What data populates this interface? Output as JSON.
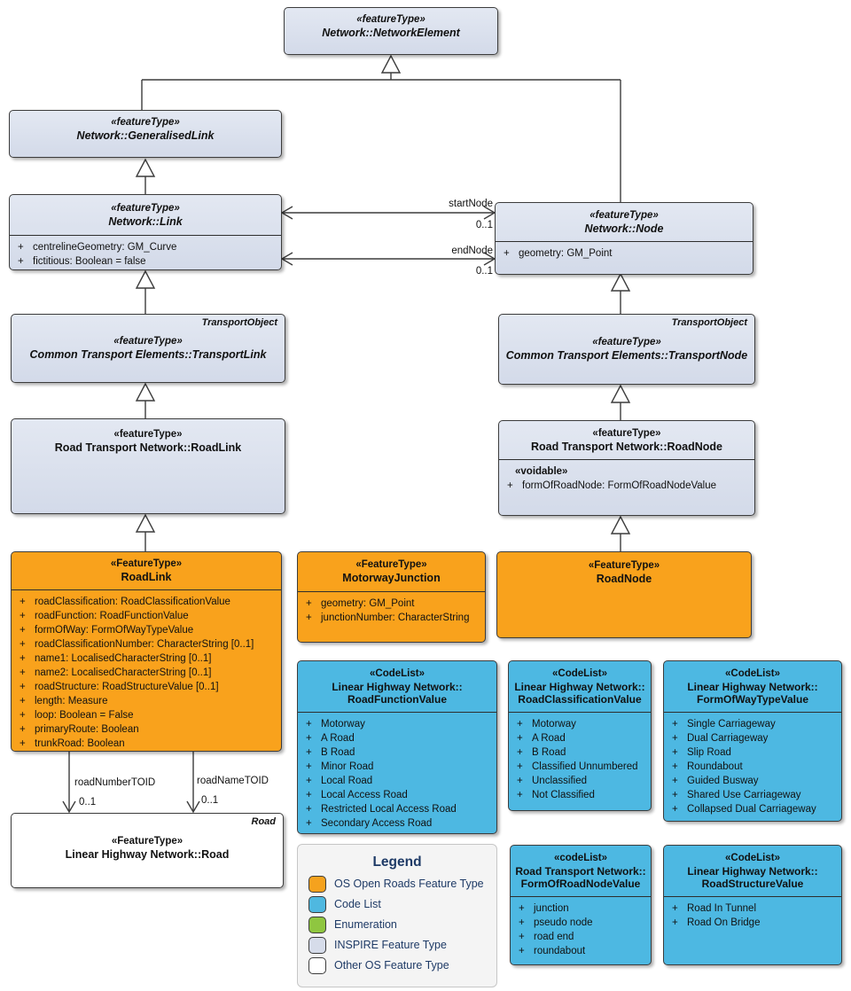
{
  "ui": {
    "plus": "+"
  },
  "classes": {
    "network_element": {
      "stereotype": "«featureType»",
      "name": "Network::NetworkElement"
    },
    "generalised_link": {
      "stereotype": "«featureType»",
      "name": "Network::GeneralisedLink"
    },
    "link": {
      "stereotype": "«featureType»",
      "name": "Network::Link",
      "attributes": [
        "centrelineGeometry: GM_Curve",
        "fictitious: Boolean = false"
      ]
    },
    "node": {
      "stereotype": "«featureType»",
      "name": "Network::Node",
      "attributes": [
        "geometry: GM_Point"
      ]
    },
    "transport_link": {
      "corner": "TransportObject",
      "stereotype": "«featureType»",
      "name": "Common Transport Elements::TransportLink"
    },
    "transport_node": {
      "corner": "TransportObject",
      "stereotype": "«featureType»",
      "name": "Common Transport Elements::TransportNode"
    },
    "road_link_inspire": {
      "stereotype": "«featureType»",
      "name": "Road Transport Network::RoadLink"
    },
    "road_node_inspire": {
      "stereotype": "«featureType»",
      "name": "Road Transport Network::RoadNode",
      "voidable_stereotype": "«voidable»",
      "attributes": [
        "formOfRoadNode: FormOfRoadNodeValue"
      ]
    },
    "road_link": {
      "stereotype": "«FeatureType»",
      "name": "RoadLink",
      "attributes": [
        "roadClassification: RoadClassificationValue",
        "roadFunction: RoadFunctionValue",
        "formOfWay: FormOfWayTypeValue",
        "roadClassificationNumber: CharacterString [0..1]",
        "name1: LocalisedCharacterString [0..1]",
        "name2: LocalisedCharacterString [0..1]",
        "roadStructure: RoadStructureValue [0..1]",
        "length: Measure",
        "loop: Boolean = False",
        "primaryRoute: Boolean",
        "trunkRoad: Boolean"
      ]
    },
    "motorway_junction": {
      "stereotype": "«FeatureType»",
      "name": "MotorwayJunction",
      "attributes": [
        "geometry: GM_Point",
        "junctionNumber: CharacterString"
      ]
    },
    "road_node": {
      "stereotype": "«FeatureType»",
      "name": "RoadNode"
    },
    "road": {
      "corner": "Road",
      "stereotype": "«FeatureType»",
      "name": "Linear Highway Network::Road"
    }
  },
  "codelists": {
    "road_function": {
      "stereotype": "«CodeList»",
      "name_line1": "Linear Highway Network::",
      "name_line2": "RoadFunctionValue",
      "items": [
        "Motorway",
        "A Road",
        "B Road",
        "Minor Road",
        "Local Road",
        "Local Access Road",
        "Restricted Local Access Road",
        "Secondary Access Road"
      ]
    },
    "road_classification": {
      "stereotype": "«CodeList»",
      "name_line1": "Linear Highway Network::",
      "name_line2": "RoadClassificationValue",
      "items": [
        "Motorway",
        "A Road",
        "B Road",
        "Classified Unnumbered",
        "Unclassified",
        "Not Classified"
      ]
    },
    "form_of_way": {
      "stereotype": "«CodeList»",
      "name_line1": "Linear Highway Network::",
      "name_line2": "FormOfWayTypeValue",
      "items": [
        "Single Carriageway",
        "Dual Carriageway",
        "Slip Road",
        "Roundabout",
        "Guided Busway",
        "Shared Use Carriageway",
        "Collapsed Dual Carriageway"
      ]
    },
    "form_of_road_node": {
      "stereotype": "«codeList»",
      "name_line1": "Road Transport Network::",
      "name_line2": "FormOfRoadNodeValue",
      "items": [
        "junction",
        "pseudo node",
        "road end",
        "roundabout"
      ]
    },
    "road_structure": {
      "stereotype": "«CodeList»",
      "name_line1": "Linear Highway Network::",
      "name_line2": "RoadStructureValue",
      "items": [
        "Road In Tunnel",
        "Road On Bridge"
      ]
    }
  },
  "associations": {
    "start_node": {
      "label": "startNode",
      "multiplicity": "0..1"
    },
    "end_node": {
      "label": "endNode",
      "multiplicity": "0..1"
    },
    "road_number_toid": {
      "label": "roadNumberTOID",
      "multiplicity": "0..1"
    },
    "road_name_toid": {
      "label": "roadNameTOID",
      "multiplicity": "0..1"
    }
  },
  "legend": {
    "title": "Legend",
    "items": [
      {
        "label": "OS Open Roads Feature Type",
        "color": "#f5a21e"
      },
      {
        "label": "Code List",
        "color": "#4fb8e0"
      },
      {
        "label": "Enumeration",
        "color": "#8fc640"
      },
      {
        "label": "INSPIRE Feature Type",
        "color": "#d6dcea"
      },
      {
        "label": "Other OS Feature Type",
        "color": "#ffffff"
      }
    ]
  }
}
